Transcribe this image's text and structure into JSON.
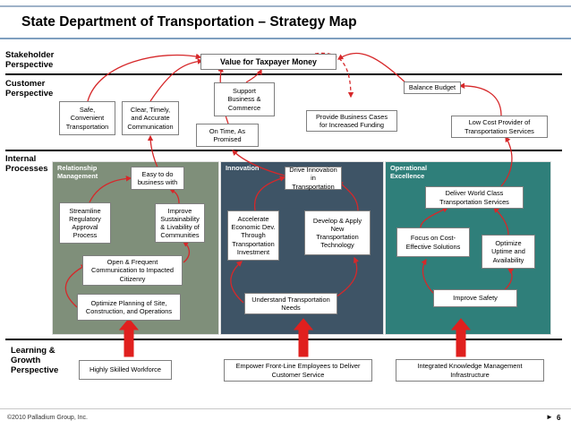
{
  "title": "State Department of Transportation – Strategy Map",
  "perspectives": {
    "stakeholder": "Stakeholder\nPerspective",
    "customer": "Customer\nPerspective",
    "internal": "Internal\nProcesses",
    "learning": "Learning &\nGrowth\nPerspective"
  },
  "stakeholder_box": "Value for Taxpayer Money",
  "customer_boxes": {
    "safe": "Safe,\nConvenient\nTransportation",
    "clear": "Clear, Timely,\nand Accurate\nCommunication",
    "support": "Support\nBusiness &\nCommerce",
    "ontime": "On Time, As\nPromised",
    "provide": "Provide Business Cases\nfor Increased Funding",
    "balance": "Balance Budget",
    "lowcost": "Low Cost Provider of\nTransportation Services"
  },
  "panels": {
    "relationship": {
      "label": "Relationship\nManagement",
      "color": "#7f8f7a",
      "boxes": {
        "easy": "Easy to do\nbusiness with",
        "streamline": "Streamline\nRegulatory\nApproval\nProcess",
        "improve": "Improve\nSustainability\n& Livability of\nCommunities",
        "open": "Open & Frequent\nCommunication to Impacted\nCitizenry",
        "optimize": "Optimize Planning of Site,\nConstruction, and Operations"
      }
    },
    "innovation": {
      "label": "Innovation",
      "color": "#3e5466",
      "boxes": {
        "drive": "Drive Innovation in\nTransportation",
        "accelerate": "Accelerate\nEconomic Dev.\nThrough\nTransportation\nInvestment",
        "develop": "Develop & Apply\nNew\nTransportation\nTechnology",
        "understand": "Understand Transportation\nNeeds"
      }
    },
    "operational": {
      "label": "Operational\nExcellence",
      "color": "#2f7f7a",
      "boxes": {
        "deliver": "Deliver World Class\nTransportation Services",
        "focus": "Focus on Cost-\nEffective Solutions",
        "uptime": "Optimize\nUptime and\nAvailability",
        "safety": "Improve Safety"
      }
    }
  },
  "learning_boxes": {
    "workforce": "Highly Skilled Workforce",
    "empower": "Empower Front-Line Employees to Deliver\nCustomer Service",
    "knowledge": "Integrated Knowledge Management\nInfrastructure"
  },
  "footer": {
    "copyright": "©2010 Palladium Group, Inc.",
    "page_marker": "►",
    "page": "6"
  },
  "colors": {
    "title_bar": "#7f9fbf",
    "arrow": "#e0201e",
    "curve": "#d6282a"
  }
}
